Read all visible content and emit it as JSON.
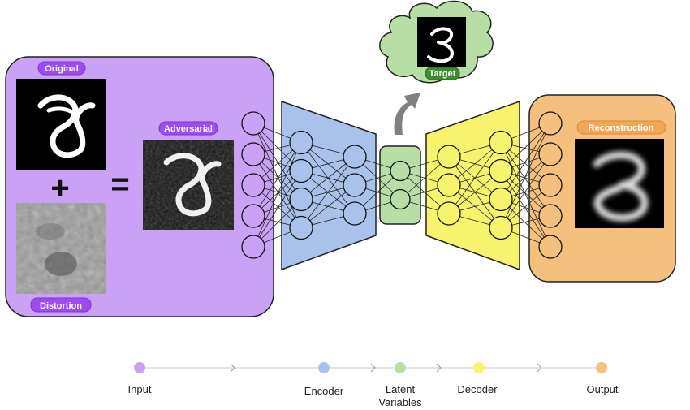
{
  "labels": {
    "original": "Original",
    "distortion": "Distortion",
    "adversarial": "Adversarial",
    "target": "Target",
    "reconstruction": "Reconstruction"
  },
  "operators": {
    "plus": "+",
    "equals": "="
  },
  "legend": [
    {
      "label_line1": "Input",
      "label_line2": "",
      "color": "#c9a2f6"
    },
    {
      "label_line1": "Encoder",
      "label_line2": "",
      "color": "#a9c2ec"
    },
    {
      "label_line1": "Latent",
      "label_line2": "Variables",
      "color": "#b6dea5"
    },
    {
      "label_line1": "Decoder",
      "label_line2": "",
      "color": "#f7f36d"
    },
    {
      "label_line1": "Output",
      "label_line2": "",
      "color": "#f5c07d"
    }
  ],
  "network": {
    "layer_node_counts": [
      5,
      4,
      3,
      2,
      3,
      4,
      5
    ],
    "layer_roles": [
      "input",
      "encoder",
      "encoder",
      "latent",
      "decoder",
      "decoder",
      "output"
    ]
  },
  "colors": {
    "input_panel": "#c9a2f6",
    "encoder": "#a9c2ec",
    "latent": "#b6dea5",
    "decoder": "#f7f36d",
    "output_panel": "#f5c07d",
    "pill_purple": "#9b4df1",
    "pill_orange": "#f2a755",
    "pill_green": "#3c8d2f",
    "arrow_gray": "#808080"
  }
}
